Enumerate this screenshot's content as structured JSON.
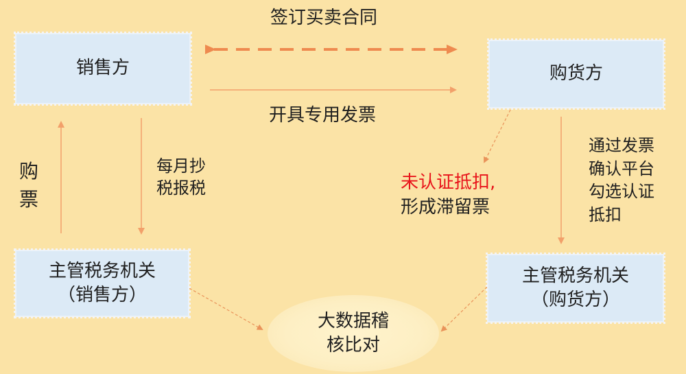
{
  "labels": {
    "contract": "签订买卖合同",
    "invoice": "开具专用发票",
    "monthly_line1": "每月抄",
    "monthly_line2": "税报税",
    "buy_ticket_line1": "购",
    "buy_ticket_line2": "票",
    "unverified_red": "未认证抵扣,",
    "unverified_line2": "形成滞留票",
    "platform_line1": "通过发票",
    "platform_line2": "确认平台",
    "platform_line3": "勾选认证",
    "platform_line4": "抵扣"
  },
  "nodes": {
    "seller": "销售方",
    "buyer": "购货方",
    "tax_seller_line1": "主管税务机关",
    "tax_seller_line2": "（销售方）",
    "tax_buyer_line1": "主管税务机关",
    "tax_buyer_line2": "（购货方）",
    "bigdata_line1": "大数据稽",
    "bigdata_line2": "核比对"
  },
  "colors": {
    "background": "#fbe3a6",
    "box": "#dceaf6",
    "arrow": "#f2a06a",
    "dashed_arrow": "#ee8a4f",
    "highlight": "#e8141b"
  }
}
